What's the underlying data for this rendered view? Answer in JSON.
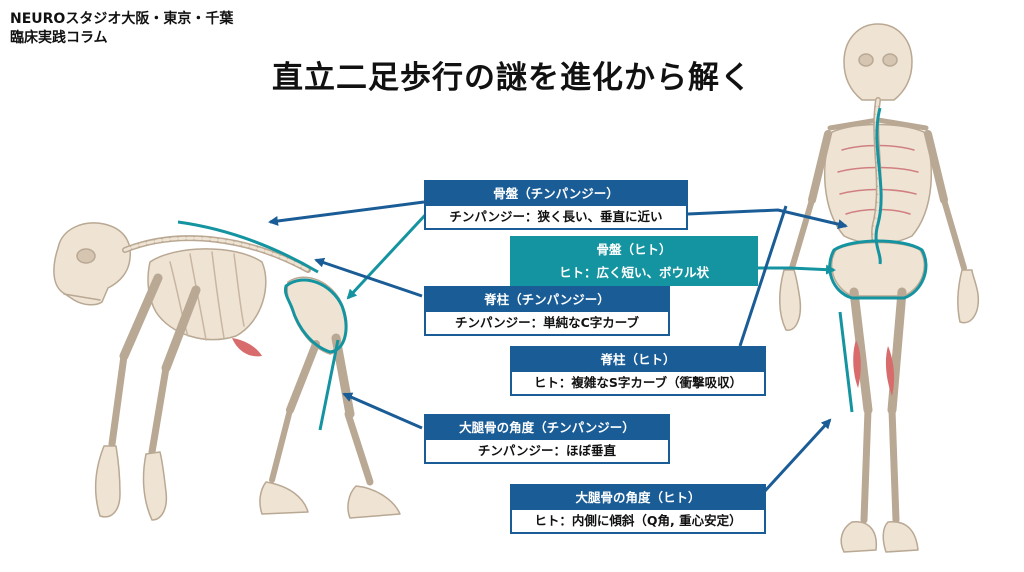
{
  "brand": {
    "line1": "NEUROスタジオ大阪・東京・千葉",
    "line2": "臨床実践コラム"
  },
  "title": "直立二足歩行の謎を進化から解く",
  "colors": {
    "navy": "#1a5c96",
    "teal": "#1494a0",
    "bone": "#efe3d3",
    "bone_outline": "#b9a893",
    "muscle": "#d86b6b"
  },
  "labels": {
    "pelvis_chimp": {
      "head": "骨盤（チンパンジー）",
      "body": "チンパンジー：狭く長い、垂直に近い"
    },
    "pelvis_human": {
      "head": "骨盤（ヒト）",
      "body": "ヒト：広く短い、ボウル状"
    },
    "spine_chimp": {
      "head": "脊柱（チンパンジー）",
      "body": "チンパンジー：単純なC字カーブ"
    },
    "spine_human": {
      "head": "脊柱（ヒト）",
      "body": "ヒト：複雑なS字カーブ（衝撃吸収）"
    },
    "femur_chimp": {
      "head": "大腿骨の角度（チンパンジー）",
      "body": "チンパンジー：ほぼ垂直"
    },
    "femur_human": {
      "head": "大腿骨の角度（ヒト）",
      "body": "ヒト：内側に傾斜（Q角, 重心安定）"
    }
  },
  "icons": {
    "chimp": "chimp-skeleton-illustration",
    "human": "human-skeleton-illustration"
  }
}
